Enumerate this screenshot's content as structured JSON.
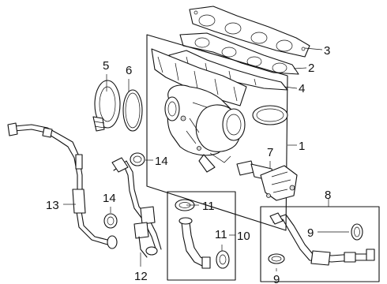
{
  "callouts": {
    "c1": "1",
    "c2": "2",
    "c3": "3",
    "c4": "4",
    "c5": "5",
    "c6": "6",
    "c7": "7",
    "c8": "8",
    "c9a": "9",
    "c9b": "9",
    "c10": "10",
    "c11a": "11",
    "c11b": "11",
    "c12": "12",
    "c13": "13",
    "c14a": "14",
    "c14b": "14"
  }
}
